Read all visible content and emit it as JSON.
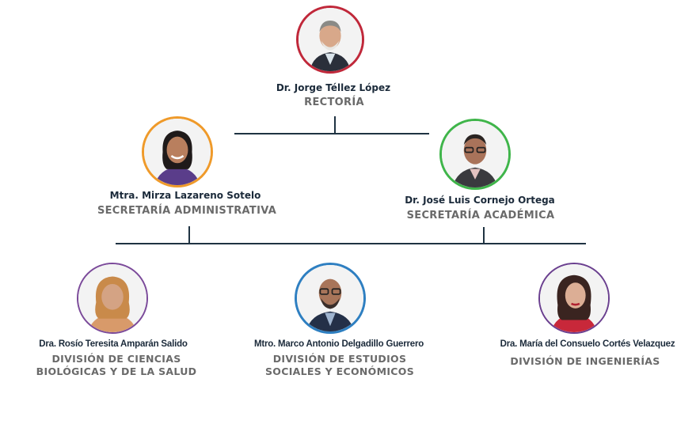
{
  "colors": {
    "connector": "#1f3342",
    "name_text": "#1b2a3a",
    "title_text": "#6a6a6a",
    "rectoria_ring": "#c0283a",
    "administrativa_ring": "#ef9a2a",
    "academica_ring": "#3fb54a",
    "ciencias_ring": "#7b4a9a",
    "sociales_ring": "#2e7fc1",
    "ingenierias_ring": "#6a3f8f"
  },
  "nodes": {
    "rectoria": {
      "name": "Dr. Jorge Téllez López",
      "title": "RECTORÍA",
      "photo_icon": "person-photo-icon"
    },
    "administrativa": {
      "name": "Mtra. Mirza Lazareno Sotelo",
      "title": "SECRETARÍA ADMINISTRATIVA",
      "photo_icon": "person-photo-icon"
    },
    "academica": {
      "name": "Dr. José Luis Cornejo Ortega",
      "title": "SECRETARÍA ACADÉMICA",
      "photo_icon": "person-photo-icon"
    },
    "ciencias": {
      "name": "Dra. Rosío Teresita Amparán Salido",
      "title_line1": "DIVISIÓN DE CIENCIAS",
      "title_line2": "BIOLÓGICAS Y DE LA SALUD",
      "photo_icon": "person-photo-icon"
    },
    "sociales": {
      "name": "Mtro. Marco Antonio Delgadillo Guerrero",
      "title_line1": "DIVISIÓN DE ESTUDIOS",
      "title_line2": "SOCIALES Y ECONÓMICOS",
      "photo_icon": "person-photo-icon"
    },
    "ingenierias": {
      "name": "Dra. María del Consuelo Cortés Velazquez",
      "title": "DIVISIÓN DE INGENIERÍAS",
      "photo_icon": "person-photo-icon"
    }
  }
}
